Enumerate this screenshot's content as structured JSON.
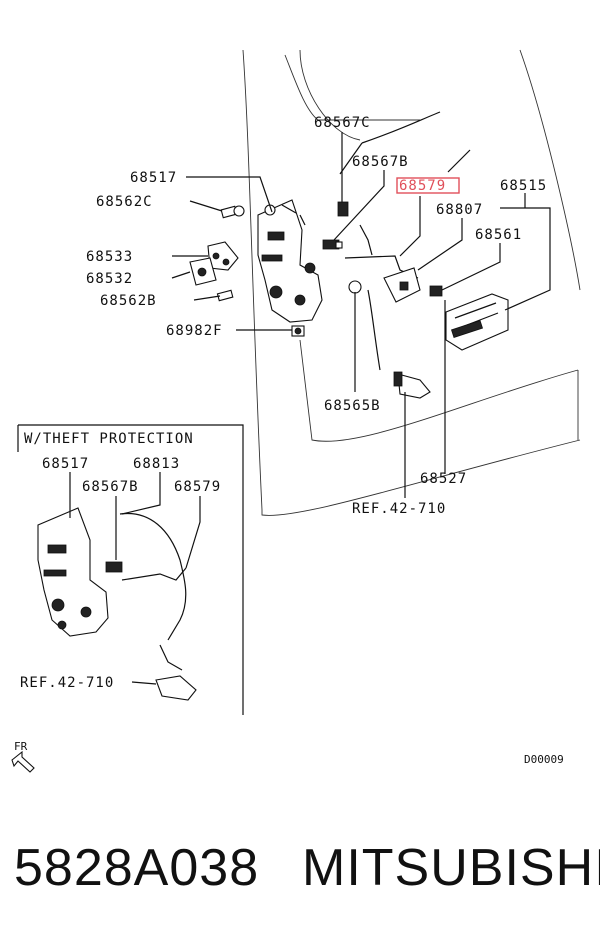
{
  "labels": {
    "p68567C": "68567C",
    "p68567B": "68567B",
    "p68579": "68579",
    "p68515": "68515",
    "p68517": "68517",
    "p68562C": "68562C",
    "p68807": "68807",
    "p68561": "68561",
    "p68533": "68533",
    "p68532": "68532",
    "p68562B": "68562B",
    "p68982F": "68982F",
    "p68565B": "68565B",
    "p68527": "68527",
    "ref_main": "REF.42-710"
  },
  "inset": {
    "title": "W/THEFT PROTECTION",
    "p68517": "68517",
    "p68813": "68813",
    "p68567B": "68567B",
    "p68579": "68579",
    "ref": "REF.42-710"
  },
  "direction": "FR",
  "diagram_code": "D00009",
  "footer": {
    "part_number": "5828A038",
    "brand": "MITSUBISHI"
  },
  "colors": {
    "highlight": "#e0505a",
    "ink": "#111111"
  }
}
